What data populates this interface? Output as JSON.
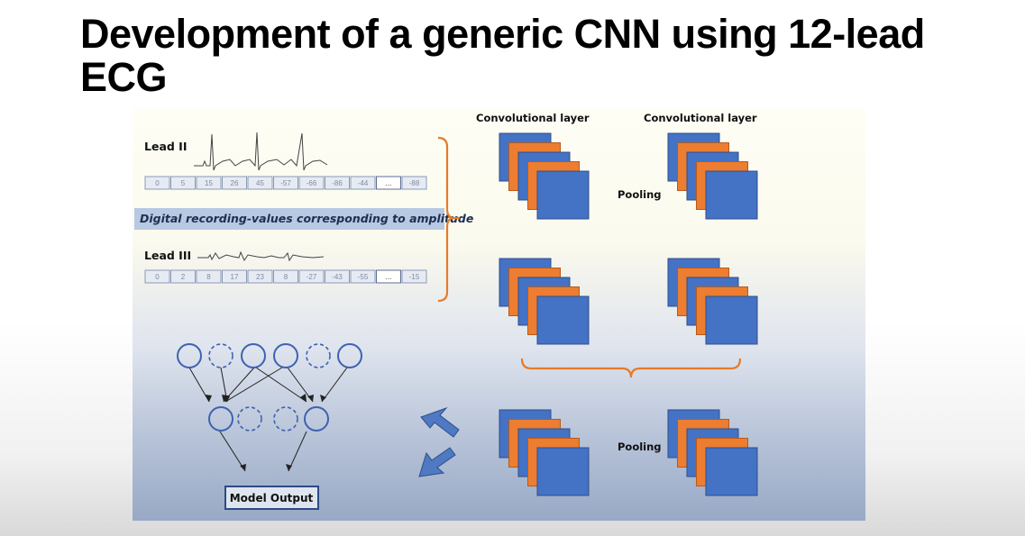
{
  "slide": {
    "title": "Development of a generic CNN using 12-lead ECG"
  },
  "figure": {
    "leads": [
      {
        "label": "Lead II",
        "values": [
          "0",
          "5",
          "15",
          "26",
          "45",
          "-57",
          "-66",
          "-86",
          "-44",
          "...",
          "-88"
        ]
      },
      {
        "label": "Lead III",
        "values": [
          "0",
          "2",
          "8",
          "17",
          "23",
          "8",
          "-27",
          "-43",
          "-55",
          "...",
          "-15"
        ]
      }
    ],
    "banner": "Digital recording-values corresponding to amplitude",
    "conv_labels": [
      "Convolutional layer",
      "Convolutional layer"
    ],
    "pooling_labels": [
      "Pooling",
      "Pooling"
    ],
    "model_output": "Model Output",
    "colors": {
      "filter_blue": "#4472c4",
      "filter_orange": "#ed7d31",
      "brace": "#e57b2a",
      "node": "#3d62b0"
    }
  }
}
